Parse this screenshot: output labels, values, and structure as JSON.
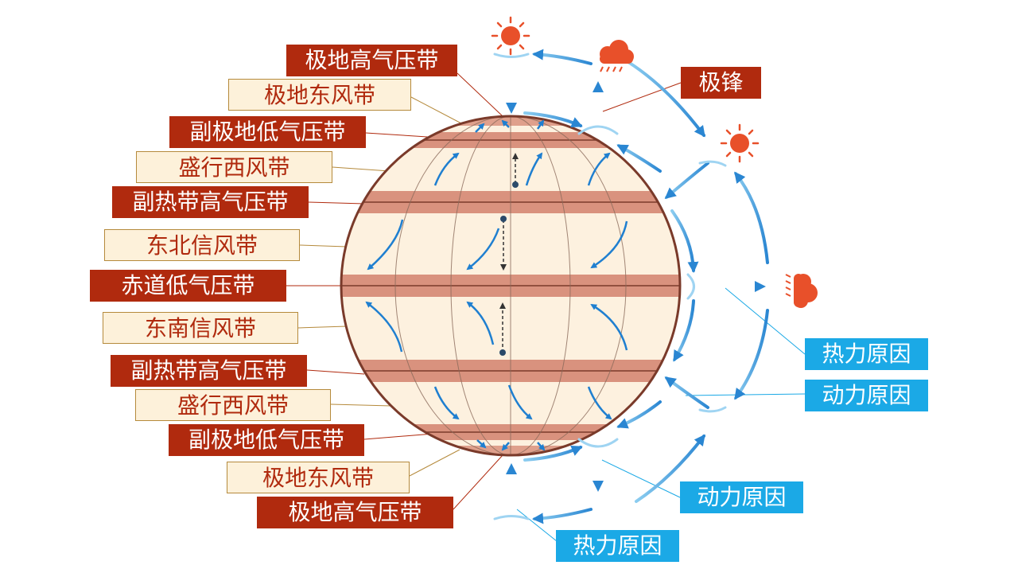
{
  "left_labels": {
    "polar_high_n": "极地高气压带",
    "polar_east_n": "极地东风带",
    "subpolar_low_n": "副极地低气压带",
    "westerlies_n": "盛行西风带",
    "subtropical_high_n": "副热带高气压带",
    "ne_trade": "东北信风带",
    "equatorial_low": "赤道低气压带",
    "se_trade": "东南信风带",
    "subtropical_high_s": "副热带高气压带",
    "westerlies_s": "盛行西风带",
    "subpolar_low_s": "副极地低气压带",
    "polar_east_s": "极地东风带",
    "polar_high_s": "极地高气压带"
  },
  "right_labels": {
    "polar_front": "极锋",
    "thermal_1": "热力原因",
    "dynamic_1": "动力原因",
    "dynamic_2": "动力原因",
    "thermal_2": "热力原因"
  },
  "colors": {
    "pressure_label": "#b02a0e",
    "wind_label_bg": "#fdf1da",
    "cause_label": "#1ba9e6",
    "arrow_blue": "#1f7fd0",
    "sun": "#e8502a",
    "globe_fill": "#fdf1df",
    "band": "#d9927e"
  },
  "icons": [
    "sun-icon",
    "rain-cloud-icon"
  ]
}
